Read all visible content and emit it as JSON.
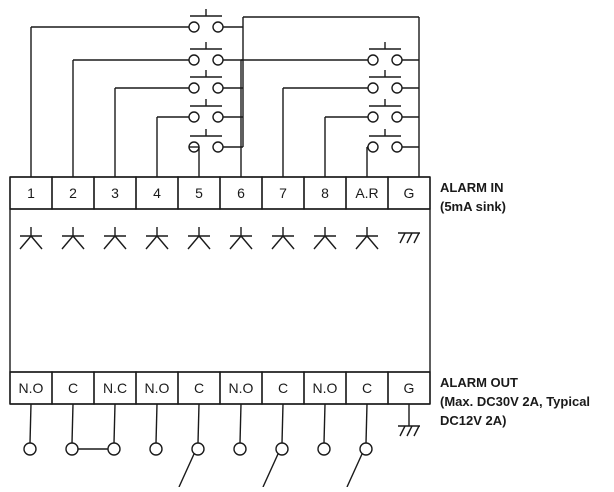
{
  "alarm_in": {
    "terminals": [
      "1",
      "2",
      "3",
      "4",
      "5",
      "6",
      "7",
      "8",
      "A.R",
      "G"
    ],
    "title": "ALARM IN",
    "subtitle": "(5mA sink)"
  },
  "alarm_out": {
    "terminals": [
      "N.O",
      "C",
      "N.C",
      "N.O",
      "C",
      "N.O",
      "C",
      "N.O",
      "C",
      "G"
    ],
    "title": "ALARM OUT",
    "spec_line1": "(Max. DC30V 2A, Typical",
    "spec_line2": "DC12V 2A)"
  },
  "colors": {
    "line": "#1a1a1a",
    "background": "#ffffff"
  },
  "icons": [
    "push-button-switch-icon",
    "open-collector-input-icon",
    "ground-icon",
    "contact-terminal-icon"
  ]
}
